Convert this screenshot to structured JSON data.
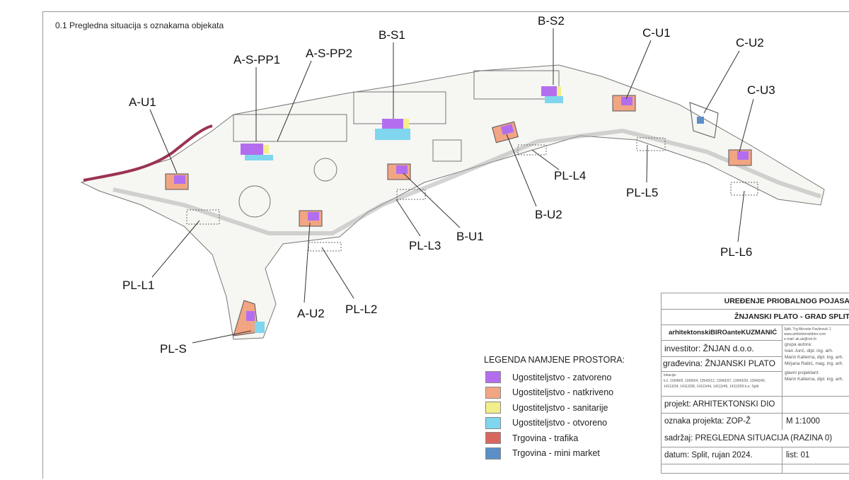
{
  "sheet_title": "0.1 Pregledna situacija s oznakama objekata",
  "labels": {
    "a_u1": "A-U1",
    "a_s_pp1": "A-S-PP1",
    "a_s_pp2": "A-S-PP2",
    "b_s1": "B-S1",
    "b_s2": "B-S2",
    "c_u1": "C-U1",
    "c_u2": "C-U2",
    "c_u3": "C-U3",
    "pl_l4": "PL-L4",
    "pl_l5": "PL-L5",
    "b_u2": "B-U2",
    "b_u1": "B-U1",
    "pl_l3": "PL-L3",
    "pl_l6": "PL-L6",
    "pl_l1": "PL-L1",
    "a_u2": "A-U2",
    "pl_l2": "PL-L2",
    "pl_s": "PL-S"
  },
  "legend": {
    "title": "LEGENDA NAMJENE PROSTORA:",
    "items": [
      {
        "label": "Ugostiteljstvo - zatvoreno",
        "color": "#b36ef0"
      },
      {
        "label": "Ugostiteljstvo - natkriveno",
        "color": "#f2a583"
      },
      {
        "label": "Ugostiteljstvo - sanitarije",
        "color": "#f2ee8a"
      },
      {
        "label": "Ugostiteljstvo - otvoreno",
        "color": "#7fd6ee"
      },
      {
        "label": "Trgovina - trafika",
        "color": "#d9665e"
      },
      {
        "label": "Trgovina - mini market",
        "color": "#5a8fc8"
      }
    ]
  },
  "title_block": {
    "line1": "UREĐENJE PRIOBALNOG POJASA",
    "line2": "ŽNJANSKI PLATO - GRAD SPLIT",
    "office": "arhitektonskiBIROanteKUZMANIĆ",
    "office_contact": [
      "Split, Trg Mirovite Pavlinović 1",
      "www.arhitektonskibiro.com",
      "e-mail: ak.ak@net.hr"
    ],
    "investitor": "investitor: ŽNJAN d.o.o.",
    "gradevina": "građevina: ŽNJANSKI PLATO",
    "lokacija_label": "lokacija:",
    "lokacija": "k.č. 10049/5, 10050/4, 13943/12, 13943/37, 13943/39, 13943/40, 14113/34, 14113/38, 14113/44, 14113/46, 14113/50 k.o. Split",
    "grupa_label": "grupa autora:",
    "grupa": [
      "Ivan Jurić, dipl. ing. arh.",
      "Marin Kalterna, dipl. ing. arh.",
      "Mirjana Rabić, mag. ing. arh."
    ],
    "glavni_label": "glavni projektant:",
    "glavni": "Marin Kalterna, dipl. ing. arh.",
    "projekt": "projekt: ARHITEKTONSKI DIO",
    "oznaka": "oznaka projekta: ZOP-Ž",
    "mjerilo": "M 1:1000",
    "sadrzaj": "sadržaj: PREGLEDNA SITUACIJA (RAZINA 0)",
    "datum": "datum: Split, rujan 2024.",
    "list": "list: 01"
  }
}
